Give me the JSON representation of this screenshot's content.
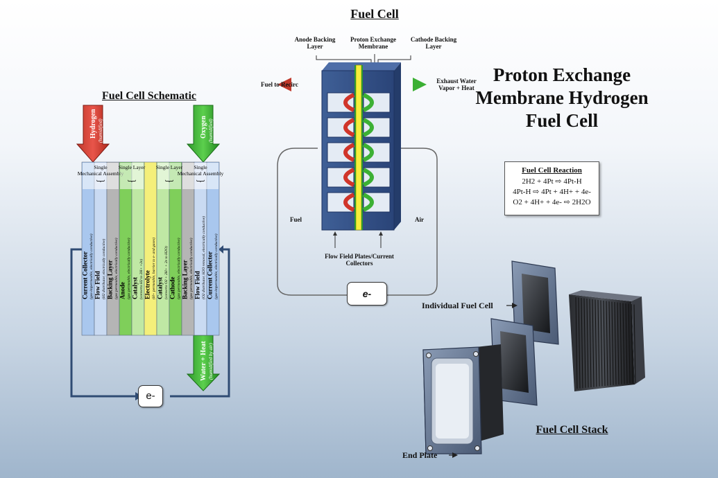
{
  "schematic": {
    "title": "Fuel Cell Schematic",
    "hydrogen": "Hydrogen",
    "hydrogen_sub": "(humidified)",
    "oxygen": "Oxygen",
    "oxygen_sub": "(humidified)",
    "water": "Water + Heat",
    "water_sub": "(humidified by air)",
    "electron": "e-",
    "groups": [
      {
        "label": "Single Mechanical Assembly"
      },
      {
        "label": "Single Layer"
      },
      {
        "label": "Single Layer"
      },
      {
        "label": "Single Mechanical Assembly"
      }
    ],
    "layers": [
      {
        "name": "Current Collector",
        "desc": "(gas-impermeable, electrically conductive)",
        "color": "#a9c7ee"
      },
      {
        "name": "Flow Field",
        "desc": "(H2 distributor, electrically conductive)",
        "color": "#c9daf2"
      },
      {
        "name": "Backing Layer",
        "desc": "(gas permeable, electrically conductive)",
        "color": "#b5b5b5"
      },
      {
        "name": "Anode",
        "desc": "(gas permeable, electrically conductive)",
        "color": "#7fcf5a"
      },
      {
        "name": "Catalyst",
        "desc": "(converts H2 to 2H+ +2e)",
        "color": "#bfe8a4"
      },
      {
        "name": "Electrolyte",
        "desc": "(H+ permeable, barrier to e- and gases)",
        "color": "#f4ef7a"
      },
      {
        "name": "Catalyst",
        "desc": "(converts O2 + 2H+ + 2e to H2O)",
        "color": "#bfe8a4"
      },
      {
        "name": "Cathode",
        "desc": "(gas permeable, electrically conductive)",
        "color": "#7fcf5a"
      },
      {
        "name": "Backing Layer",
        "desc": "(gas permeable, electrically conductive)",
        "color": "#b5b5b5"
      },
      {
        "name": "Flow Field",
        "desc": "(O2 distributor, H2O removal, electrically conductive)",
        "color": "#c9daf2"
      },
      {
        "name": "Current Collector",
        "desc": "(gas-impermeable, electrically conductive)",
        "color": "#a9c7ee"
      }
    ]
  },
  "fuelcell": {
    "title": "Fuel Cell",
    "anode_label": "Anode Backing Layer",
    "membrane_label": "Proton Exchange Membrane",
    "cathode_label": "Cathode Backing Layer",
    "fuel_recirc": "Fuel to Recirc",
    "exhaust": "Exhaust Water Vapor + Heat",
    "fuel": "Fuel",
    "air": "Air",
    "plates": "Flow Field Plates/Current Collectors",
    "electron": "e-"
  },
  "main_title": {
    "line1": "Proton Exchange",
    "line2": "Membrane Hydrogen",
    "line3": "Fuel Cell"
  },
  "reaction": {
    "title": "Fuel Cell Reaction",
    "eq1": "2H2 + 4Pt ⇨ 4Pt-H",
    "eq2": "4Pt-H ⇨ 4Pt + 4H+ + 4e-",
    "eq3": "O2 + 4H+ + 4e- ⇨ 2H2O"
  },
  "stack": {
    "individual": "Individual Fuel Cell",
    "title": "Fuel Cell Stack",
    "end_plate": "End Plate"
  }
}
